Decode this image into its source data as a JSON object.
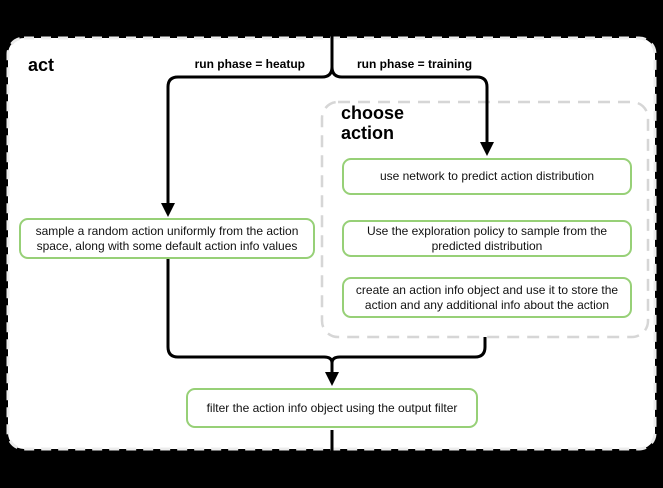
{
  "diagram": {
    "act_container_label": "act",
    "choose_action_label": "choose action",
    "branches": {
      "heatup_label": "run phase = heatup",
      "training_label": "run phase = training"
    },
    "nodes": {
      "sample_random": "sample a random action uniformly from the action space, along with some default action info values",
      "use_network": "use network to predict action distribution",
      "exploration_policy": "Use the exploration policy to sample from the predicted distribution",
      "create_action_info": "create an action info object and use it to store the action and any additional info about the action",
      "filter_output": "filter the action info object using the output filter"
    },
    "colors": {
      "background": "#000000",
      "container_fill": "#ffffff",
      "container_dash_border": "#ececec",
      "subcontainer_dash_border": "#d6d6d6",
      "node_border_green": "#97d077",
      "connector_black": "#000000",
      "text": "#000000"
    }
  }
}
